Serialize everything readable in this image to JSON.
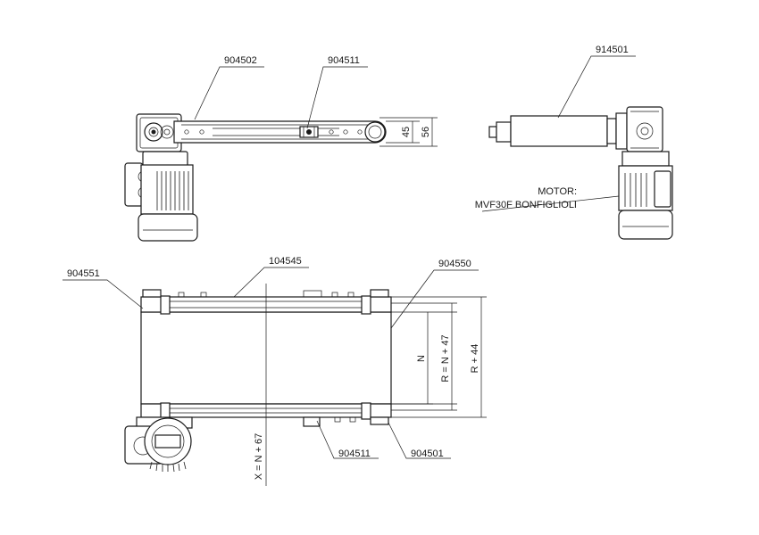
{
  "labels": {
    "top_left_shaft": "904502",
    "top_mid_bracket": "904511",
    "top_right_motor_unit": "914501",
    "motor_title": "MOTOR:",
    "motor_model": "MVF30F BONFIGLIOLI",
    "bottom_left": "904551",
    "bottom_top_frame": "104545",
    "bottom_right_top": "904550",
    "bottom_mid_lower": "904511",
    "bottom_right_lower": "904501"
  },
  "dimensions": {
    "dim_45": "45",
    "dim_56": "56",
    "dim_n": "N",
    "dim_r": "R = N + 47",
    "dim_r44": "R + 44",
    "dim_x": "X = N + 67"
  }
}
